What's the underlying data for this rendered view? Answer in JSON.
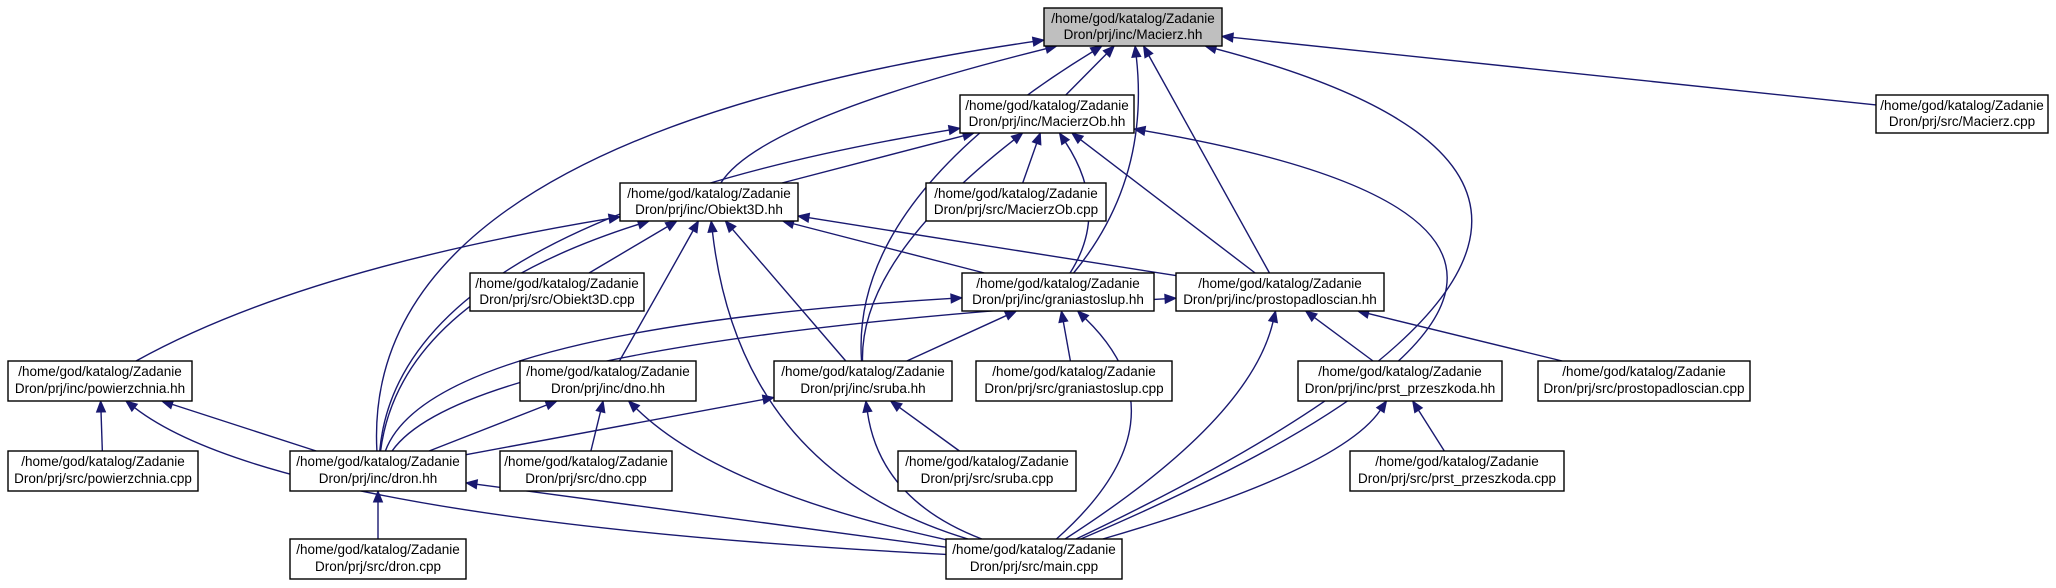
{
  "colors": {
    "edge": "#191970",
    "node_border": "#000000",
    "root_fill": "#bfbfbf",
    "node_fill": "#ffffff"
  },
  "nodes": {
    "macierz_hh": {
      "line1": "/home/god/katalog/Zadanie",
      "line2": "Dron/prj/inc/Macierz.hh"
    },
    "macierzob_hh": {
      "line1": "/home/god/katalog/Zadanie",
      "line2": "Dron/prj/inc/MacierzOb.hh"
    },
    "macierz_cpp": {
      "line1": "/home/god/katalog/Zadanie",
      "line2": "Dron/prj/src/Macierz.cpp"
    },
    "obiekt3d_hh": {
      "line1": "/home/god/katalog/Zadanie",
      "line2": "Dron/prj/inc/Obiekt3D.hh"
    },
    "macierzob_cpp": {
      "line1": "/home/god/katalog/Zadanie",
      "line2": "Dron/prj/src/MacierzOb.cpp"
    },
    "obiekt3d_cpp": {
      "line1": "/home/god/katalog/Zadanie",
      "line2": "Dron/prj/src/Obiekt3D.cpp"
    },
    "graniastoslup_hh": {
      "line1": "/home/god/katalog/Zadanie",
      "line2": "Dron/prj/inc/graniastoslup.hh"
    },
    "prostopadloscian_hh": {
      "line1": "/home/god/katalog/Zadanie",
      "line2": "Dron/prj/inc/prostopadloscian.hh"
    },
    "powierzchnia_hh": {
      "line1": "/home/god/katalog/Zadanie",
      "line2": "Dron/prj/inc/powierzchnia.hh"
    },
    "dno_hh": {
      "line1": "/home/god/katalog/Zadanie",
      "line2": "Dron/prj/inc/dno.hh"
    },
    "sruba_hh": {
      "line1": "/home/god/katalog/Zadanie",
      "line2": "Dron/prj/inc/sruba.hh"
    },
    "graniastoslup_cpp": {
      "line1": "/home/god/katalog/Zadanie",
      "line2": "Dron/prj/src/graniastoslup.cpp"
    },
    "prst_przeszkoda_hh": {
      "line1": "/home/god/katalog/Zadanie",
      "line2": "Dron/prj/inc/prst_przeszkoda.hh"
    },
    "prostopadloscian_cpp": {
      "line1": "/home/god/katalog/Zadanie",
      "line2": "Dron/prj/src/prostopadloscian.cpp"
    },
    "powierzchnia_cpp": {
      "line1": "/home/god/katalog/Zadanie",
      "line2": "Dron/prj/src/powierzchnia.cpp"
    },
    "dron_hh": {
      "line1": "/home/god/katalog/Zadanie",
      "line2": "Dron/prj/inc/dron.hh"
    },
    "dno_cpp": {
      "line1": "/home/god/katalog/Zadanie",
      "line2": "Dron/prj/src/dno.cpp"
    },
    "sruba_cpp": {
      "line1": "/home/god/katalog/Zadanie",
      "line2": "Dron/prj/src/sruba.cpp"
    },
    "prst_przeszkoda_cpp": {
      "line1": "/home/god/katalog/Zadanie",
      "line2": "Dron/prj/src/prst_przeszkoda.cpp"
    },
    "dron_cpp": {
      "line1": "/home/god/katalog/Zadanie",
      "line2": "Dron/prj/src/dron.cpp"
    },
    "main_cpp": {
      "line1": "/home/god/katalog/Zadanie",
      "line2": "Dron/prj/src/main.cpp"
    }
  },
  "edges": [
    {
      "from": "macierzob_hh",
      "to": "macierz_hh"
    },
    {
      "from": "macierz_cpp",
      "to": "macierz_hh"
    },
    {
      "from": "obiekt3d_hh",
      "to": "macierz_hh"
    },
    {
      "from": "graniastoslup_hh",
      "to": "macierz_hh"
    },
    {
      "from": "prostopadloscian_hh",
      "to": "macierz_hh"
    },
    {
      "from": "sruba_hh",
      "to": "macierz_hh"
    },
    {
      "from": "dron_hh",
      "to": "macierz_hh"
    },
    {
      "from": "main_cpp",
      "to": "macierz_hh"
    },
    {
      "from": "obiekt3d_hh",
      "to": "macierzob_hh"
    },
    {
      "from": "macierzob_cpp",
      "to": "macierzob_hh"
    },
    {
      "from": "graniastoslup_hh",
      "to": "macierzob_hh"
    },
    {
      "from": "prostopadloscian_hh",
      "to": "macierzob_hh"
    },
    {
      "from": "sruba_hh",
      "to": "macierzob_hh"
    },
    {
      "from": "dron_hh",
      "to": "macierzob_hh"
    },
    {
      "from": "main_cpp",
      "to": "macierzob_hh"
    },
    {
      "from": "obiekt3d_cpp",
      "to": "obiekt3d_hh"
    },
    {
      "from": "graniastoslup_hh",
      "to": "obiekt3d_hh"
    },
    {
      "from": "prostopadloscian_hh",
      "to": "obiekt3d_hh"
    },
    {
      "from": "powierzchnia_hh",
      "to": "obiekt3d_hh"
    },
    {
      "from": "dno_hh",
      "to": "obiekt3d_hh"
    },
    {
      "from": "sruba_hh",
      "to": "obiekt3d_hh"
    },
    {
      "from": "dron_hh",
      "to": "obiekt3d_hh"
    },
    {
      "from": "main_cpp",
      "to": "obiekt3d_hh"
    },
    {
      "from": "graniastoslup_cpp",
      "to": "graniastoslup_hh"
    },
    {
      "from": "sruba_hh",
      "to": "graniastoslup_hh"
    },
    {
      "from": "dron_hh",
      "to": "graniastoslup_hh"
    },
    {
      "from": "main_cpp",
      "to": "graniastoslup_hh"
    },
    {
      "from": "prst_przeszkoda_hh",
      "to": "prostopadloscian_hh"
    },
    {
      "from": "prostopadloscian_cpp",
      "to": "prostopadloscian_hh"
    },
    {
      "from": "dron_hh",
      "to": "prostopadloscian_hh"
    },
    {
      "from": "main_cpp",
      "to": "prostopadloscian_hh"
    },
    {
      "from": "powierzchnia_cpp",
      "to": "powierzchnia_hh"
    },
    {
      "from": "dron_hh",
      "to": "powierzchnia_hh"
    },
    {
      "from": "main_cpp",
      "to": "powierzchnia_hh"
    },
    {
      "from": "dron_hh",
      "to": "dno_hh"
    },
    {
      "from": "dno_cpp",
      "to": "dno_hh"
    },
    {
      "from": "main_cpp",
      "to": "dno_hh"
    },
    {
      "from": "dron_hh",
      "to": "sruba_hh"
    },
    {
      "from": "sruba_cpp",
      "to": "sruba_hh"
    },
    {
      "from": "main_cpp",
      "to": "sruba_hh"
    },
    {
      "from": "prst_przeszkoda_cpp",
      "to": "prst_przeszkoda_hh"
    },
    {
      "from": "main_cpp",
      "to": "prst_przeszkoda_hh"
    },
    {
      "from": "dron_cpp",
      "to": "dron_hh"
    },
    {
      "from": "main_cpp",
      "to": "dron_hh"
    }
  ]
}
